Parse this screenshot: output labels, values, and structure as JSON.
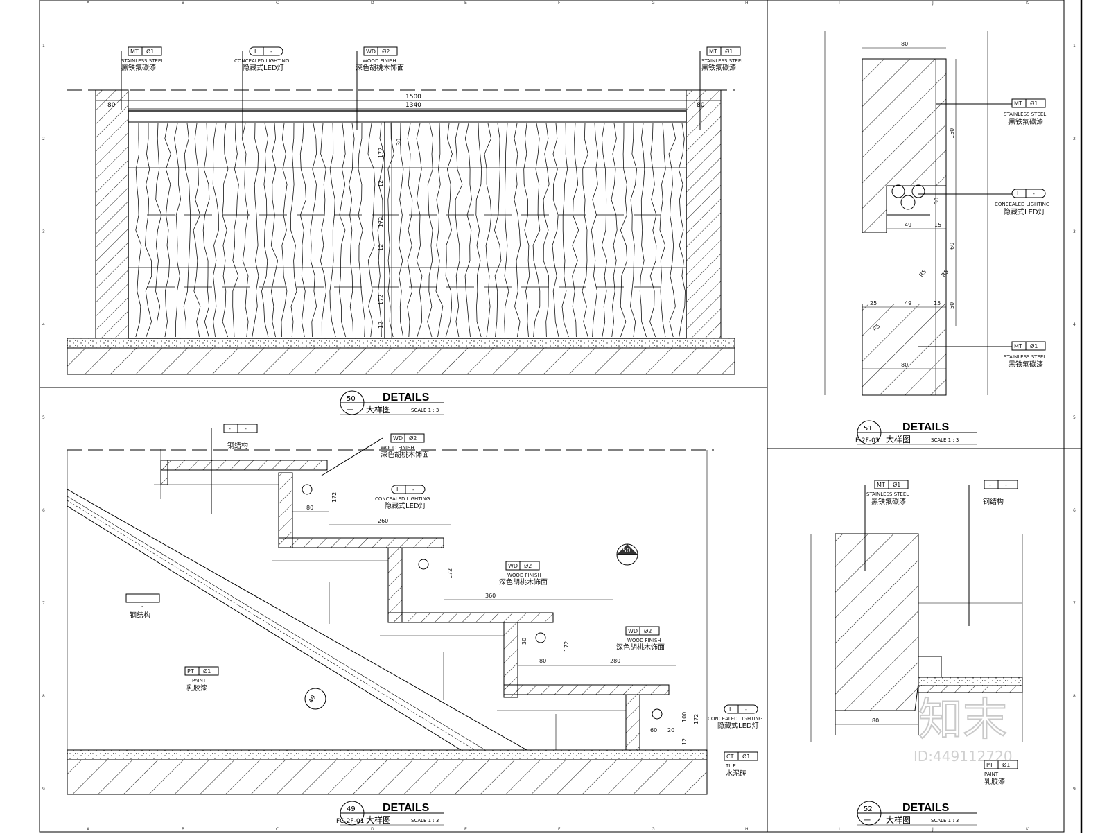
{
  "sheet": {
    "column_labels": [
      "A",
      "B",
      "C",
      "D",
      "E",
      "F",
      "G",
      "H",
      "I",
      "J",
      "K"
    ],
    "row_labels": [
      "1",
      "2",
      "3",
      "4",
      "5",
      "6",
      "7",
      "8",
      "9"
    ]
  },
  "watermark": {
    "text": "知末",
    "id": "ID:449112720"
  },
  "details": [
    {
      "number": "50",
      "ref": "一",
      "title": "DETAILS",
      "subtitle": "大样图",
      "scale": "SCALE 1 : 3",
      "tags": [
        {
          "code": "MT",
          "num": "Ø1",
          "en": "STAINLESS STEEL",
          "cn": "黑铁氟碳漆"
        },
        {
          "code": "L",
          "num": "-",
          "en": "CONCEALED LIGHTING",
          "cn": "隐藏式LED灯"
        },
        {
          "code": "WD",
          "num": "Ø2",
          "en": "WOOD FINISH",
          "cn": "深色胡桃木饰面"
        },
        {
          "code": "MT",
          "num": "Ø1",
          "en": "STAINLESS STEEL",
          "cn": "黑铁氟碳漆"
        }
      ],
      "dims": {
        "overall": "1500",
        "inner": "1340",
        "side_l": "80",
        "side_r": "80",
        "rows": [
          "172",
          "12",
          "172",
          "12",
          "172",
          "12",
          "30"
        ]
      }
    },
    {
      "number": "51",
      "ref": "E-2F-03",
      "title": "DETAILS",
      "subtitle": "大样图",
      "scale": "SCALE 1 : 3",
      "tags": [
        {
          "code": "MT",
          "num": "Ø1",
          "en": "STAINLESS STEEL",
          "cn": "黑铁氟碳漆"
        },
        {
          "code": "L",
          "num": "-",
          "en": "CONCEALED LIGHTING",
          "cn": "隐藏式LED灯"
        },
        {
          "code": "MT",
          "num": "Ø1",
          "en": "STAINLESS STEEL",
          "cn": "黑铁氟碳漆"
        }
      ],
      "dims": {
        "top": "80",
        "bottom": "80",
        "h1": "150",
        "h2": "30",
        "h3": "60",
        "h4": "50",
        "w1": "49",
        "w2": "15",
        "w3": "25",
        "w4": "49",
        "w5": "15",
        "r1": "R5",
        "r2": "R5",
        "r3": "R5"
      }
    },
    {
      "number": "49",
      "ref": "FC-2F-01",
      "title": "DETAILS",
      "subtitle": "大样图",
      "scale": "SCALE 1 : 3",
      "tags": [
        {
          "code": "-",
          "num": "-",
          "en": "",
          "cn": "钢结构"
        },
        {
          "code": "WD",
          "num": "Ø2",
          "en": "WOOD FINISH",
          "cn": "深色胡桃木饰面"
        },
        {
          "code": "L",
          "num": "-",
          "en": "CONCEALED LIGHTING",
          "cn": "隐藏式LED灯"
        },
        {
          "code": "WD",
          "num": "Ø2",
          "en": "WOOD FINISH",
          "cn": "深色胡桃木饰面"
        },
        {
          "code": "WD",
          "num": "Ø2",
          "en": "WOOD FINISH",
          "cn": "深色胡桃木饰面"
        },
        {
          "code": "-",
          "num": "-",
          "en": "",
          "cn": "钢结构"
        },
        {
          "code": "PT",
          "num": "Ø1",
          "en": "PAINT",
          "cn": "乳胶漆"
        },
        {
          "code": "L",
          "num": "-",
          "en": "CONCEALED LIGHTING",
          "cn": "隐藏式LED灯"
        },
        {
          "code": "CT",
          "num": "Ø1",
          "en": "TILE",
          "cn": "水泥砖"
        }
      ],
      "dims": {
        "d80a": "80",
        "d260": "260",
        "d172a": "172",
        "d172b": "172",
        "d360": "360",
        "d80b": "80",
        "d280": "280",
        "d172c": "172",
        "d30": "30",
        "d100": "100",
        "d60": "60",
        "d20": "20",
        "d172d": "172",
        "d12": "12"
      },
      "section_marker": "50",
      "section_marker2": "49"
    },
    {
      "number": "52",
      "ref": "一",
      "title": "DETAILS",
      "subtitle": "大样图",
      "scale": "SCALE 1 : 3",
      "tags": [
        {
          "code": "MT",
          "num": "Ø1",
          "en": "STAINLESS STEEL",
          "cn": "黑铁氟碳漆"
        },
        {
          "code": "-",
          "num": "-",
          "en": "",
          "cn": "钢结构"
        },
        {
          "code": "PT",
          "num": "Ø1",
          "en": "PAINT",
          "cn": "乳胶漆"
        }
      ],
      "dims": {
        "bottom": "80"
      }
    }
  ]
}
